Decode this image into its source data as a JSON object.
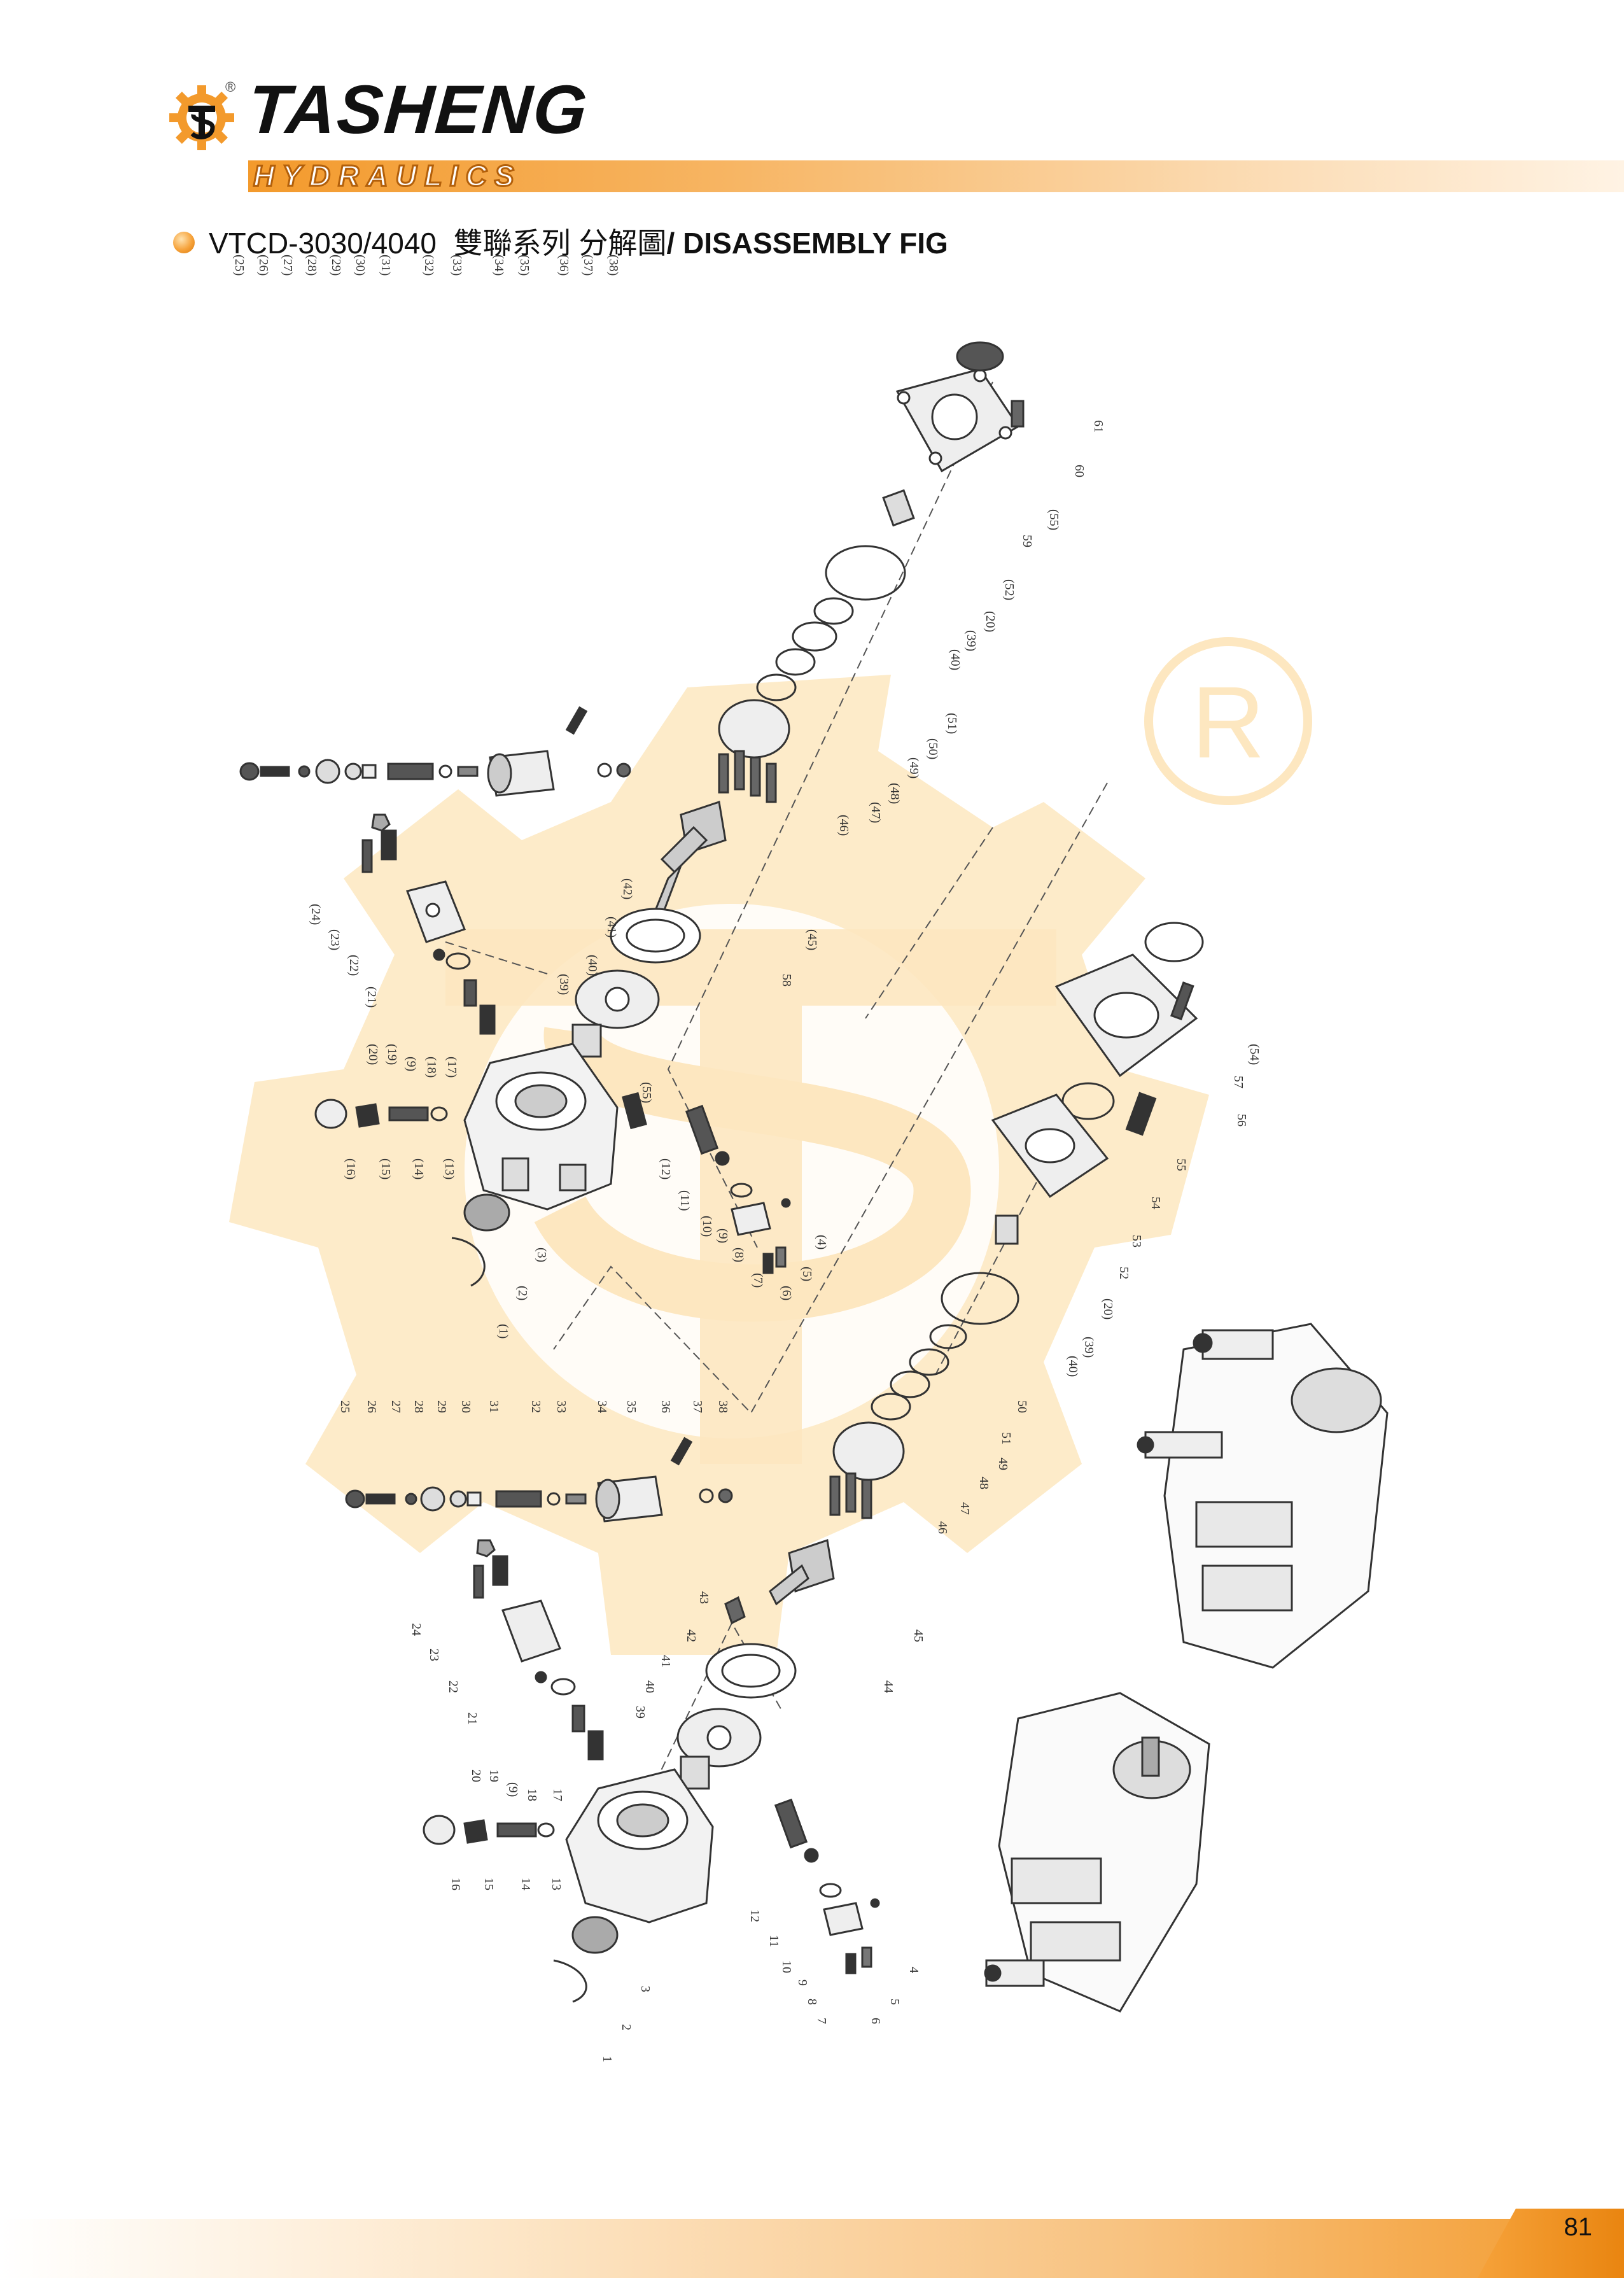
{
  "brand": {
    "name": "TASHENG",
    "sub": "HYDRAULICS",
    "registered_symbol": "®"
  },
  "title": {
    "model": "VTCD-3030/4040",
    "cn": "雙聯系列 分解圖",
    "en": "/ DISASSEMBLY FIG"
  },
  "diagram": {
    "upper_labels": [
      "(25)",
      "(26)",
      "(27)",
      "(28)",
      "(29)",
      "(30)",
      "(31)",
      "(32)",
      "(33)",
      "(34)",
      "(35)",
      "(36)",
      "(37)",
      "(38)",
      "(24)",
      "(23)",
      "(22)",
      "(21)",
      "(20)",
      "(19)",
      "(9)",
      "(18)",
      "(17)",
      "(16)",
      "(15)",
      "(14)",
      "(13)",
      "(3)",
      "(2)",
      "(1)",
      "(39)",
      "(40)",
      "(41)",
      "(42)",
      "(55)",
      "(12)",
      "(11)",
      "(10)",
      "(9)",
      "(8)",
      "(7)",
      "(6)",
      "(5)",
      "(4)",
      "(45)",
      "58",
      "(46)",
      "(47)",
      "(48)",
      "(49)",
      "(50)",
      "(51)",
      "(40)",
      "(39)",
      "(20)",
      "(52)",
      "59",
      "(55)",
      "60",
      "61",
      "57",
      "(54)",
      "56",
      "55",
      "54",
      "53",
      "52",
      "(20)",
      "(39)",
      "(40)",
      "51",
      "50",
      "49",
      "48",
      "47",
      "46"
    ],
    "lower_labels": [
      "25",
      "26",
      "27",
      "28",
      "29",
      "30",
      "31",
      "32",
      "33",
      "34",
      "35",
      "36",
      "37",
      "38",
      "24",
      "23",
      "22",
      "21",
      "20",
      "19",
      "(9)",
      "18",
      "17",
      "16",
      "15",
      "14",
      "13",
      "3",
      "2",
      "1",
      "39",
      "40",
      "41",
      "42",
      "43",
      "44",
      "45",
      "12",
      "11",
      "10",
      "9",
      "8",
      "7",
      "6",
      "5",
      "4"
    ],
    "watermark_color": "#fde7c0",
    "line_color": "#444444"
  },
  "footer": {
    "page_number": "81"
  }
}
